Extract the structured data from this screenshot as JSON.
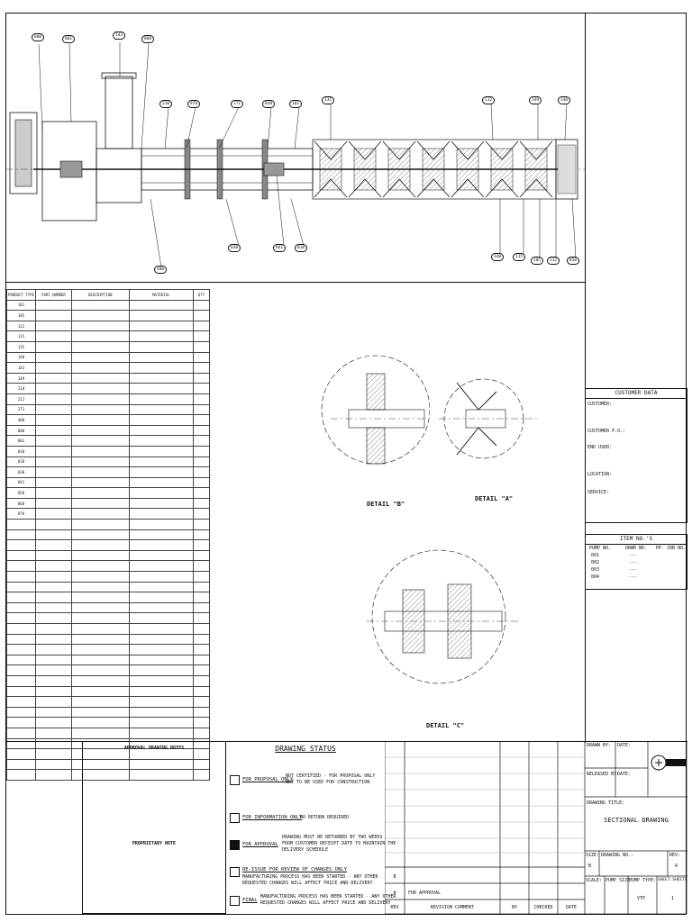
{
  "bubbles_main": [
    {
      "t": "800"
    },
    {
      "t": "801"
    },
    {
      "t": "143"
    },
    {
      "t": "860"
    },
    {
      "t": "210"
    },
    {
      "t": "870"
    },
    {
      "t": "271"
    },
    {
      "t": "820"
    },
    {
      "t": "101"
    },
    {
      "t": "135"
    },
    {
      "t": "112"
    },
    {
      "t": "149"
    },
    {
      "t": "140"
    },
    {
      "t": "830"
    },
    {
      "t": "841"
    },
    {
      "t": "810"
    },
    {
      "t": "140"
    },
    {
      "t": "115"
    },
    {
      "t": "105"
    },
    {
      "t": "212"
    },
    {
      "t": "400"
    },
    {
      "t": "850"
    }
  ],
  "parts_table": {
    "headers": [
      "PRODUCT TYPE",
      "PART NUMBER",
      "DESCRIPTION",
      "MATERIAL",
      "QTY"
    ],
    "rows": [
      [
        "101",
        "",
        "",
        "",
        ""
      ],
      [
        "105",
        "",
        "",
        "",
        ""
      ],
      [
        "112",
        "",
        "",
        "",
        ""
      ],
      [
        "115",
        "",
        "",
        "",
        ""
      ],
      [
        "135",
        "",
        "",
        "",
        ""
      ],
      [
        "140",
        "",
        "",
        "",
        ""
      ],
      [
        "143",
        "",
        "",
        "",
        ""
      ],
      [
        "149",
        "",
        "",
        "",
        ""
      ],
      [
        "210",
        "",
        "",
        "",
        ""
      ],
      [
        "212",
        "",
        "",
        "",
        ""
      ],
      [
        "271",
        "",
        "",
        "",
        ""
      ],
      [
        "400",
        "",
        "",
        "",
        ""
      ],
      [
        "800",
        "",
        "",
        "",
        ""
      ],
      [
        "801",
        "",
        "",
        "",
        ""
      ],
      [
        "810",
        "",
        "",
        "",
        ""
      ],
      [
        "820",
        "",
        "",
        "",
        ""
      ],
      [
        "830",
        "",
        "",
        "",
        ""
      ],
      [
        "841",
        "",
        "",
        "",
        ""
      ],
      [
        "850",
        "",
        "",
        "",
        ""
      ],
      [
        "860",
        "",
        "",
        "",
        ""
      ],
      [
        "870",
        "",
        "",
        "",
        ""
      ],
      [
        "",
        "",
        "",
        "",
        ""
      ],
      [
        "",
        "",
        "",
        "",
        ""
      ],
      [
        "",
        "",
        "",
        "",
        ""
      ],
      [
        "",
        "",
        "",
        "",
        ""
      ],
      [
        "",
        "",
        "",
        "",
        ""
      ],
      [
        "",
        "",
        "",
        "",
        ""
      ],
      [
        "",
        "",
        "",
        "",
        ""
      ],
      [
        "",
        "",
        "",
        "",
        ""
      ],
      [
        "",
        "",
        "",
        "",
        ""
      ],
      [
        "",
        "",
        "",
        "",
        ""
      ],
      [
        "",
        "",
        "",
        "",
        ""
      ],
      [
        "",
        "",
        "",
        "",
        ""
      ],
      [
        "",
        "",
        "",
        "",
        ""
      ],
      [
        "",
        "",
        "",
        "",
        ""
      ],
      [
        "",
        "",
        "",
        "",
        ""
      ],
      [
        "",
        "",
        "",
        "",
        ""
      ],
      [
        "",
        "",
        "",
        "",
        ""
      ],
      [
        "",
        "",
        "",
        "",
        ""
      ],
      [
        "",
        "",
        "",
        "",
        ""
      ],
      [
        "",
        "",
        "",
        "",
        ""
      ],
      [
        "",
        "",
        "",
        "",
        ""
      ],
      [
        "",
        "",
        "",
        "",
        ""
      ],
      [
        "",
        "",
        "",
        "",
        ""
      ],
      [
        "",
        "",
        "",
        "",
        ""
      ],
      [
        "",
        "",
        "",
        "",
        ""
      ]
    ]
  },
  "details": {
    "b": "DETAIL \"B\"",
    "a": "DETAIL \"A\"",
    "c": "DETAIL \"C\""
  },
  "customer": {
    "header": "CUSTOMER DATA",
    "customer_label": "CUSTOMER:",
    "customer_val1": "",
    "customer_val2": "",
    "po_label": "CUSTOMER P.O.:",
    "po_val": "",
    "end_user_label": "END USER:",
    "end_user_val": "",
    "location_label": "LOCATION:",
    "location_val": "",
    "service_label": "SERVICE:",
    "service_val": ""
  },
  "items": {
    "header": "ITEM NO.'S",
    "cols": [
      "PUMP NO.",
      "DRWR NO.",
      "PP. JOB NO."
    ],
    "rows": [
      [
        "001",
        "---",
        ""
      ],
      [
        "002",
        "---",
        ""
      ],
      [
        "003",
        "---",
        ""
      ],
      [
        "004",
        "---",
        ""
      ]
    ]
  },
  "approval": {
    "notes_title": "APPROVAL DRAWING NOTES",
    "notes_text": "",
    "proprietary_title": "PROPRIETARY NOTE",
    "proprietary_text": ""
  },
  "status": {
    "title": "DRAWING STATUS",
    "proposal_label": "FOR PROPOSAL ONLY",
    "proposal_desc1": "NOT CERTIFIED - FOR PROPOSAL ONLY",
    "proposal_desc2": "NOT TO BE USED FOR CONSTRUCTION",
    "info_label": "FOR INFORMATION ONLY",
    "info_desc": "NO RETURN REQUIRED",
    "approval_label": "FOR APPROVAL",
    "approval_desc1": "DRAWING MUST BE RETURNED BY TWO WEEKS",
    "approval_desc2": "FROM CUSTOMER RECEIPT DATE TO MAINTAIN THE",
    "approval_desc3": "DELIVERY SCHEDULE",
    "reissue_label": "RE-ISSUE FOR REVIEW OF CHANGES ONLY",
    "reissue_desc1": "MANUFACTURING PROCESS HAS BEEN STARTED - ANY OTHER",
    "reissue_desc2": "REQUESTED CHANGES WILL AFFECT PRICE AND DELIVERY",
    "final_label": "FINAL",
    "final_desc1": "MANUFACTURING PROCESS HAS BEEN STARTED - ANY OTHER",
    "final_desc2": "REQUESTED CHANGES WILL AFFECT PRICE AND DELIVERY"
  },
  "revisions": {
    "headers": [
      "REV",
      "REVISION COMMENT",
      "BY",
      "CHECKED",
      "DATE"
    ],
    "rows": [
      [
        "B",
        "",
        "",
        "",
        ""
      ],
      [
        "A",
        "FOR APPROVAL",
        "",
        "",
        ""
      ]
    ]
  },
  "titleblock": {
    "drawn_by_label": "DRAWN BY:",
    "drawn_by": "",
    "date_label": "DATE:",
    "drawn_date": "",
    "released_by_label": "RELEASED BY:",
    "released_by": "",
    "released_date": "",
    "drawing_title_label": "DRAWING TITLE:",
    "title1": "SECTIONAL DRAWING",
    "title2": "",
    "size_label": "SIZE:",
    "size": "B",
    "drawing_no_label": "DRAWING NO.:",
    "drawing_no": "",
    "rev_label": "REV:",
    "rev": "A",
    "scale_label": "SCALE:",
    "pump_size_label": "PUMP SIZE:",
    "pump_size": "",
    "pump_type_label": "PUMP TYPE:",
    "pump_type": "VTP",
    "sheet_label": "SHEET:SHEETS",
    "sheet": "1"
  },
  "colors": {
    "ink": "#111111",
    "paper": "#ffffff",
    "hatch": "#555555"
  }
}
